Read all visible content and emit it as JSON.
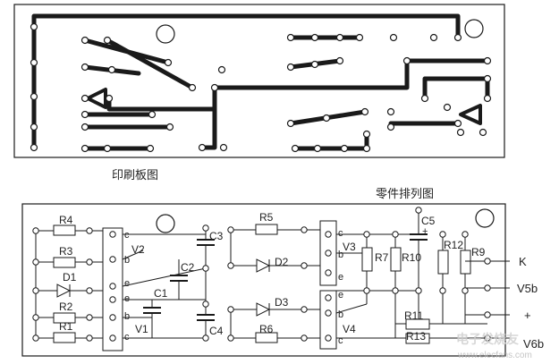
{
  "pcb": {
    "title": "印刷板图"
  },
  "layout": {
    "title": "零件排列图",
    "components": {
      "r4": "R4",
      "r3": "R3",
      "d1": "D1",
      "r2": "R2",
      "r1": "R1",
      "v1": "V1",
      "v2": "V2",
      "c1": "C1",
      "c2": "C2",
      "c3": "C3",
      "c4": "C4",
      "r5": "R5",
      "d2": "D2",
      "d3": "D3",
      "r6": "R6",
      "v3": "V3",
      "v4": "V4",
      "r7": "R7",
      "r10": "R10",
      "c5": "C5",
      "r12": "R12",
      "r9": "R9",
      "r11": "R11",
      "r13": "R13"
    },
    "pins": {
      "v2_c": "c",
      "v2_b": "b",
      "v2_e": "e",
      "v1_e": "e",
      "v1_b": "b",
      "v1_c": "c",
      "v3_c": "c",
      "v3_b": "b",
      "v3_e": "e",
      "v4_e": "e",
      "v4_b": "b",
      "v4_c": "c"
    },
    "terminals": {
      "k": "K",
      "v5b": "V5b",
      "plus": "+",
      "v6b": "V6b"
    },
    "c5_polarity": "+"
  },
  "watermark": {
    "text": "电子发烧友",
    "url": "www.elecfans.com"
  }
}
